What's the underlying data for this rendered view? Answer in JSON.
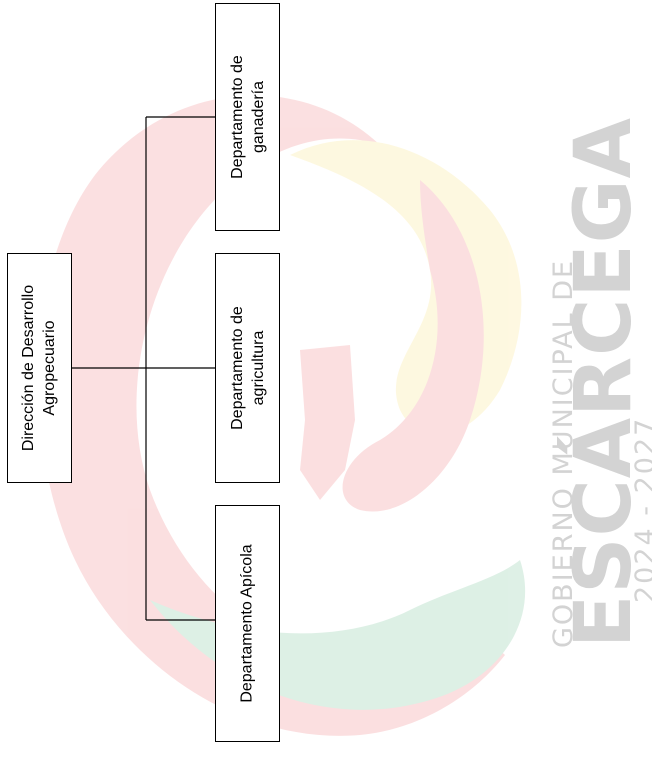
{
  "org_chart": {
    "root": {
      "label_lines": [
        "Dirección de Desarrollo",
        "Agropecuario"
      ]
    },
    "departments": [
      {
        "id": "ganaderia",
        "label_lines": [
          "Departamento de",
          "ganadería"
        ]
      },
      {
        "id": "agricultura",
        "label_lines": [
          "Departamento de",
          "agricultura"
        ]
      },
      {
        "id": "apicola",
        "label_lines": [
          "Departamento Apícola"
        ]
      }
    ]
  },
  "watermark": {
    "line1": "GOBIERNO MUNICIPAL DE",
    "line2": "ESCÁRCEGA",
    "line3": "2024 - 2027",
    "colors": {
      "red": "#e9474b",
      "yellow": "#f7d84f",
      "green": "#3aa86b",
      "text": "#d3d3d3"
    }
  },
  "colors": {
    "line": "#000000",
    "box_border": "#000000"
  }
}
